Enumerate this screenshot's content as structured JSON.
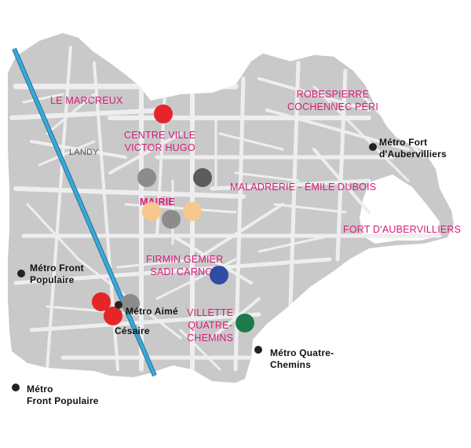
{
  "colors": {
    "district_label": "#d81b7a",
    "metro_line": "#3aa9d8",
    "territory": "#c8c8c8",
    "streets": "#ececec",
    "poi_red": "#e52528",
    "poi_gray": "#8c8c8c",
    "poi_darkgray": "#5b5b5b",
    "poi_peach": "#f7c88c",
    "poi_blue": "#2f4da3",
    "poi_green": "#1d7a4b"
  },
  "districts": {
    "le_marcreux": "LE MARCREUX",
    "centre_ville": "CENTRE VILLE\nVICTOR HUGO",
    "robespierre": "ROBESPIERRE\nCOCHENNEC PÉRI",
    "maladrerie": "MALADRERIE - ÉMILE DUBOIS",
    "mairie": "MAIRIE",
    "fort": "FORT D'AUBERVILLIERS",
    "firmin": "FIRMIN GÉMIER\nSADI CARNOT",
    "villette": "VILLETTE\nQUATRE-\nCHEMINS"
  },
  "areas": {
    "landy": "LANDY"
  },
  "metro_stations": {
    "fort_aubervilliers": "Métro Fort\nd'Aubervilliers",
    "front_populaire_1": "Métro Front\nPopulaire",
    "aime_cesaire_a": "Métro Aimé",
    "aime_cesaire_b": "Césaire",
    "quatre_chemins": "Métro Quatre-\nChemins",
    "front_populaire_2": "Métro\nFront Populaire"
  },
  "poi_markers": [
    {
      "id": "poi-centre-ville",
      "color": "poi_red"
    },
    {
      "id": "poi-gray-1",
      "color": "poi_gray"
    },
    {
      "id": "poi-darkgray-1",
      "color": "poi_darkgray"
    },
    {
      "id": "poi-peach-1",
      "color": "poi_peach"
    },
    {
      "id": "poi-peach-2",
      "color": "poi_peach"
    },
    {
      "id": "poi-gray-2",
      "color": "poi_gray"
    },
    {
      "id": "poi-blue",
      "color": "poi_blue"
    },
    {
      "id": "poi-red-2",
      "color": "poi_red"
    },
    {
      "id": "poi-red-3",
      "color": "poi_red"
    },
    {
      "id": "poi-gray-3",
      "color": "poi_gray"
    },
    {
      "id": "poi-green",
      "color": "poi_green"
    }
  ]
}
